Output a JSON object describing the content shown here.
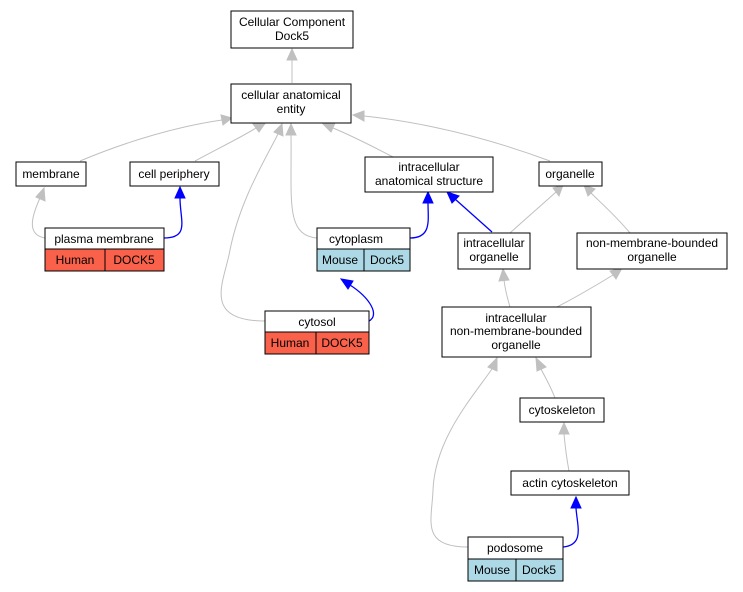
{
  "colors": {
    "gray_edge": "#c0c0c0",
    "blue_edge": "#0000ff",
    "human": "#fa614b",
    "mouse": "#add8e6"
  },
  "nodes": {
    "root": {
      "line1": "Cellular Component",
      "line2": "Dock5"
    },
    "cae": {
      "line1": "cellular anatomical",
      "line2": "entity"
    },
    "membrane": {
      "label": "membrane"
    },
    "cell_periphery": {
      "label": "cell periphery"
    },
    "ias": {
      "line1": "intracellular",
      "line2": "anatomical structure"
    },
    "organelle": {
      "label": "organelle"
    },
    "plasma_membrane": {
      "label": "plasma membrane",
      "species": "Human",
      "gene": "DOCK5"
    },
    "cytoplasm": {
      "label": "cytoplasm",
      "species": "Mouse",
      "gene": "Dock5"
    },
    "intracellular_organelle": {
      "line1": "intracellular",
      "line2": "organelle"
    },
    "nmbo": {
      "line1": "non-membrane-bounded",
      "line2": "organelle"
    },
    "cytosol": {
      "label": "cytosol",
      "species": "Human",
      "gene": "DOCK5"
    },
    "inmbo": {
      "line1": "intracellular",
      "line2": "non-membrane-bounded",
      "line3": "organelle"
    },
    "cytoskeleton": {
      "label": "cytoskeleton"
    },
    "actin_cytoskeleton": {
      "label": "actin cytoskeleton"
    },
    "podosome": {
      "label": "podosome",
      "species": "Mouse",
      "gene": "Dock5"
    }
  }
}
